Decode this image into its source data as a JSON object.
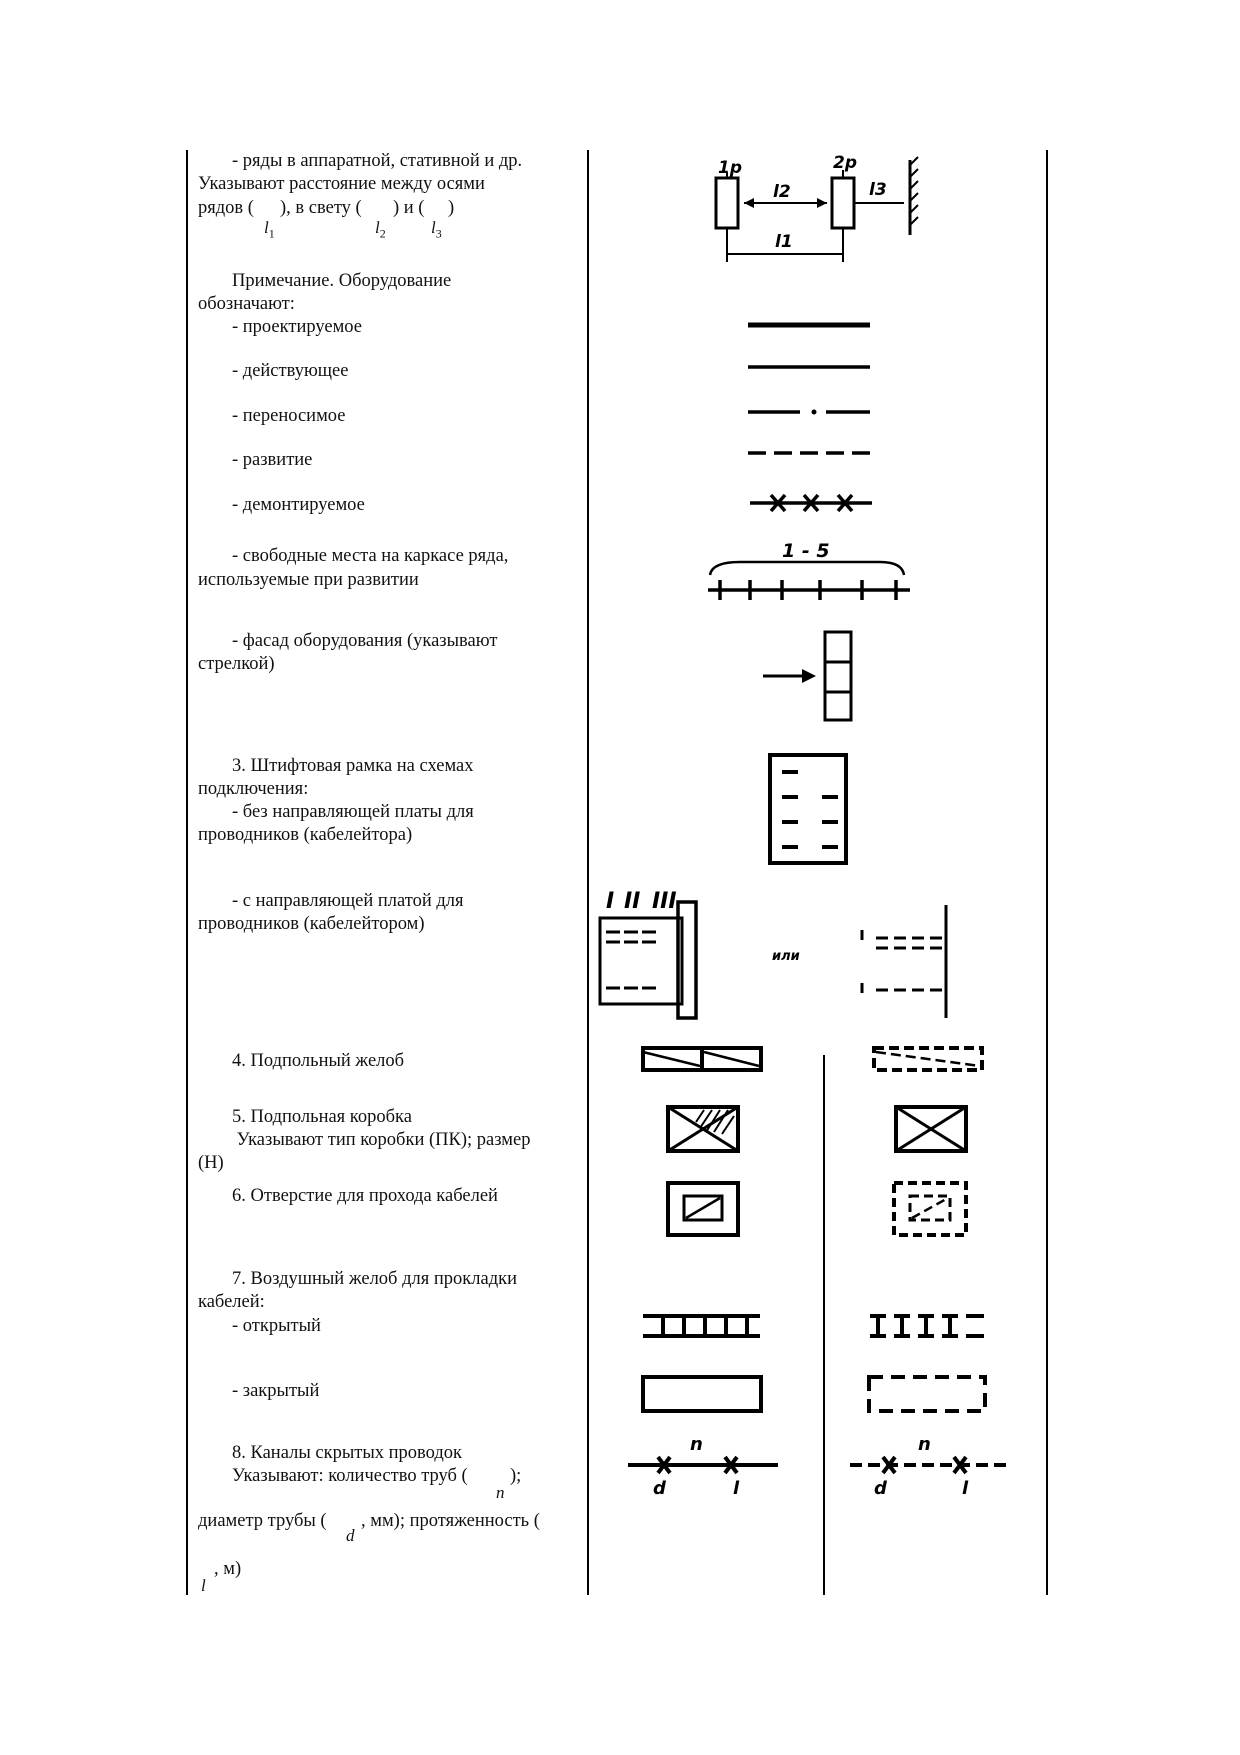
{
  "rows": {
    "rows_title": "- ряды в аппаратной, стативной и др.",
    "rows_line2": "Указывают расстояние между осями",
    "rows_line3a": "рядов (",
    "rows_line3b": "), в свету (",
    "rows_line3c": ") и (",
    "rows_line3d": ")",
    "sym_l": "l",
    "sub_1": "1",
    "sub_2": "2",
    "sub_3": "3",
    "diagram_labels": [
      "1р",
      "2р",
      "l2",
      "l3",
      "l1"
    ]
  },
  "note": {
    "line1": "Примечание. Оборудование",
    "line2": "обозначают:",
    "items": [
      "- проектируемое",
      "- действующее",
      "- переносимое",
      "- развитие",
      "- демонтируемое"
    ]
  },
  "free_places": {
    "line1": "- свободные места на каркасе ряда,",
    "line2": "используемые при развитии",
    "label": "1 - 5"
  },
  "facade": {
    "line1": "- фасад оборудования (указывают",
    "line2": "стрелкой)"
  },
  "pin_frame": {
    "line1": "3. Штифтовая рамка на схемах",
    "line2": "подключения:",
    "line3": "- без направляющей платы для",
    "line4": "проводников (кабелейтора)",
    "line5": "- с направляющей платой для",
    "line6": "проводников (кабелейтором)",
    "roman": [
      "I",
      "II",
      "III"
    ],
    "or_label": "или"
  },
  "underfloor_trough": {
    "title": "4. Подпольный желоб"
  },
  "underfloor_box": {
    "title": "5. Подпольная коробка",
    "line2": " Указывают тип коробки (ПК); размер",
    "line3": "(Н)"
  },
  "cable_hole": {
    "title": "6. Отверстие для прохода кабелей"
  },
  "air_trough": {
    "line1": "7. Воздушный желоб для прокладки",
    "line2": "кабелей:",
    "open": "- открытый",
    "closed": "- закрытый"
  },
  "hidden_channels": {
    "title": "8. Каналы скрытых проводок",
    "line2": "Указывают: количество труб (",
    "line2_end": ");",
    "line3": "диаметр трубы (",
    "line3_mid": ", мм); протяженность (",
    "line4": ", м)",
    "sym_n": "n",
    "sym_d": "d",
    "sym_l": "l",
    "diagram_labels": [
      "n",
      "d",
      "l"
    ]
  }
}
